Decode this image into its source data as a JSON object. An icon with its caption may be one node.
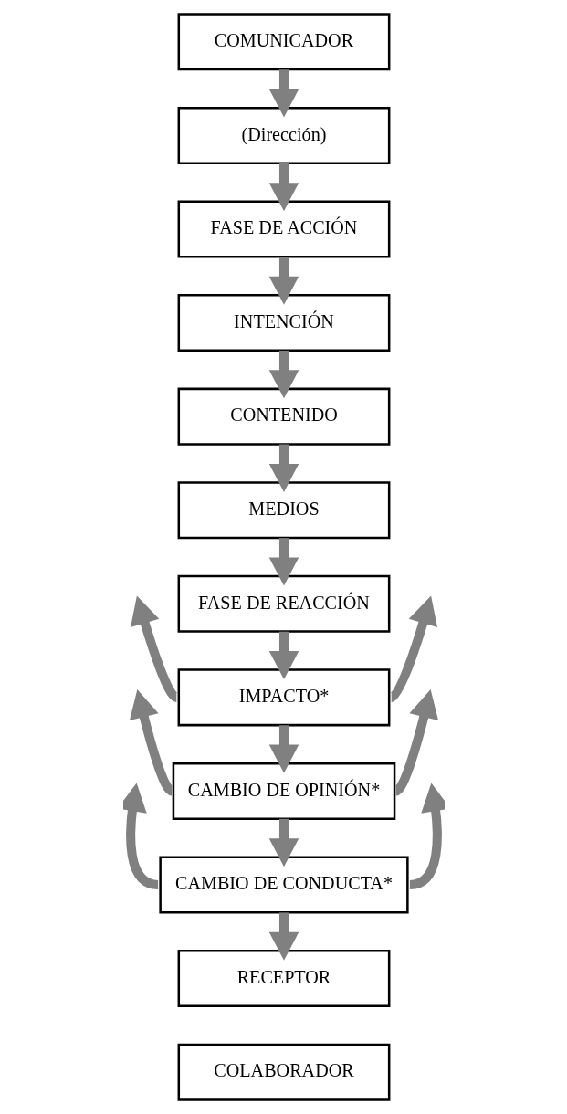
{
  "diagram": {
    "nodes": [
      {
        "text": [
          "COMUNICADOR"
        ]
      },
      {
        "text": [
          "(Dirección)"
        ]
      },
      {
        "text": [
          "FASE DE ACCIÓN"
        ]
      },
      {
        "text": [
          "INTENCIÓN"
        ]
      },
      {
        "text": [
          "CONTENIDO"
        ]
      },
      {
        "text": [
          "MEDIOS"
        ]
      },
      {
        "text": [
          "FASE DE REACCIÓN"
        ]
      },
      {
        "text": [
          "IMPACTO*"
        ]
      },
      {
        "text": [
          "CAMBIO DE OPINIÓN*"
        ]
      },
      {
        "text": [
          "CAMBIO DE CONDUCTA*"
        ]
      },
      {
        "text": [
          "RECEPTOR"
        ]
      },
      {
        "text": [
          "COLABORADOR"
        ]
      }
    ],
    "edges": [
      {
        "from": 0,
        "to": 1,
        "arrow": "to"
      },
      {
        "from": 1,
        "to": 2,
        "arrow": "to"
      },
      {
        "from": 2,
        "to": 3,
        "arrow": "to"
      },
      {
        "from": 3,
        "to": 4,
        "arrow": "to"
      },
      {
        "from": 4,
        "to": 5,
        "arrow": "to"
      },
      {
        "from": 5,
        "to": 6,
        "arrow": "to"
      },
      {
        "from": 6,
        "to": 7,
        "arrow": "to"
      },
      {
        "from": 7,
        "to": 8,
        "arrow": "to"
      },
      {
        "from": 8,
        "to": 9,
        "arrow": "to"
      },
      {
        "from": 9,
        "to": 10,
        "arrow": "to"
      },
      {
        "from": 7,
        "to": null,
        "arrow": "to"
      },
      {
        "from": 7,
        "to": null,
        "arrow": "to"
      },
      {
        "from": 8,
        "to": null,
        "arrow": "to"
      },
      {
        "from": 8,
        "to": null,
        "arrow": "to"
      },
      {
        "from": 9,
        "to": null,
        "arrow": "to"
      },
      {
        "from": 9,
        "to": null,
        "arrow": "to"
      }
    ]
  }
}
